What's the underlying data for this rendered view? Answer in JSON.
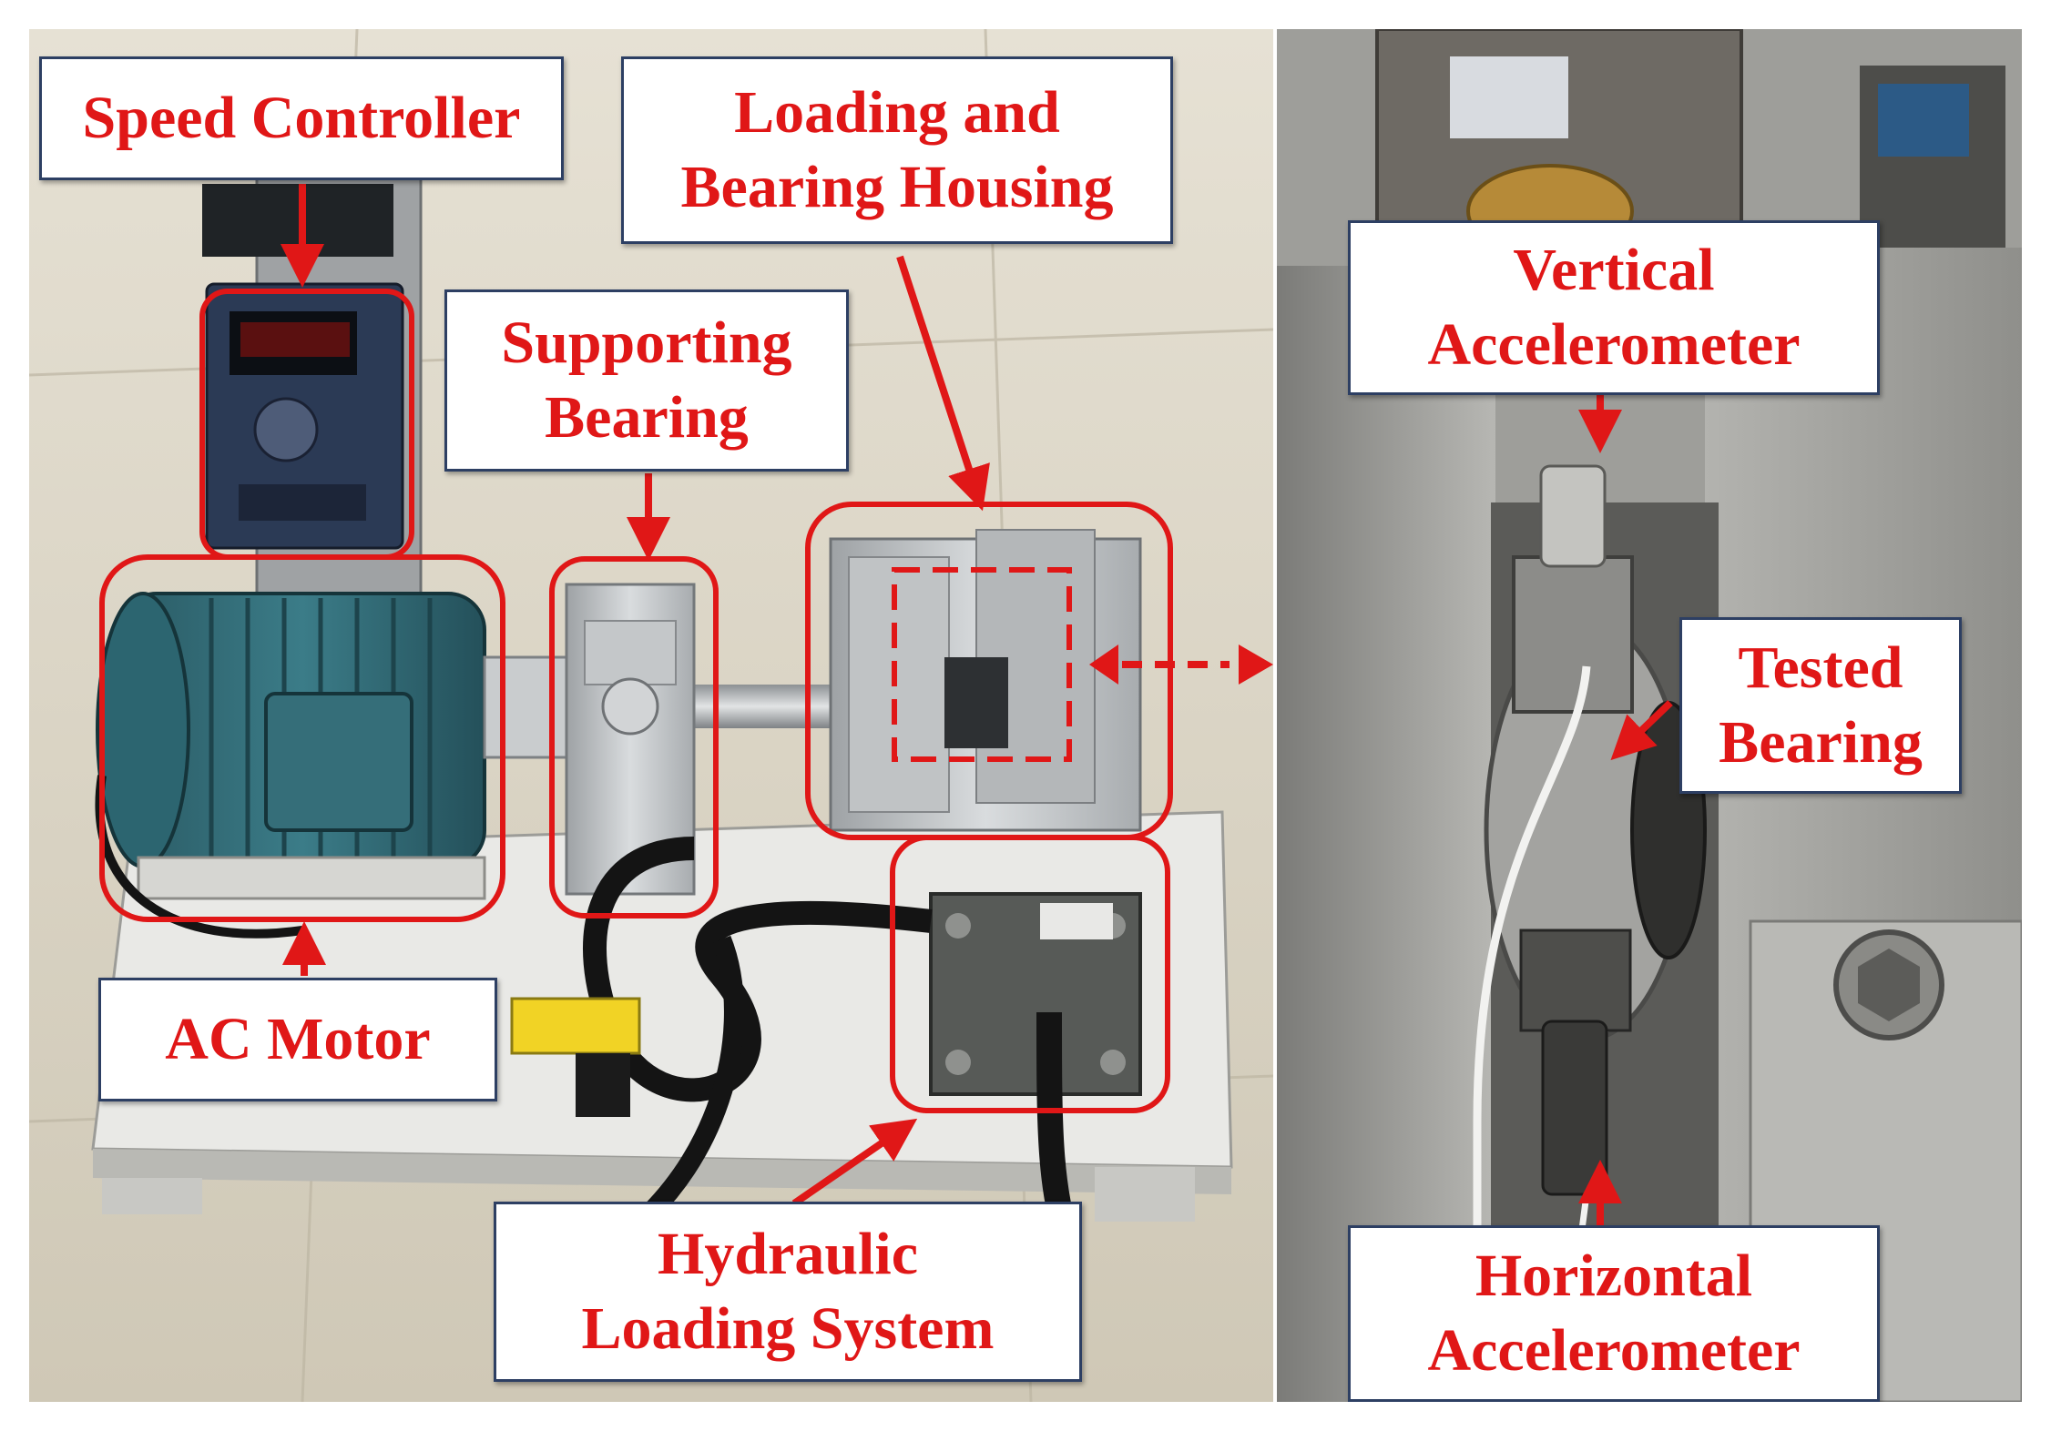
{
  "figure": {
    "colors": {
      "accent": "#e01717",
      "callout_border": "#2d3f63",
      "callout_bg": "#ffffff",
      "floor": "#d8d2c2",
      "motor": "#2f6772",
      "aluminum": "#bfc2c4",
      "steel_block": "#a3a3a1"
    },
    "left_panel": {
      "labels": {
        "speed_controller": "Speed Controller",
        "loading_housing": "Loading and\nBearing Housing",
        "supporting_bearing": "Supporting\nBearing",
        "ac_motor": "AC Motor",
        "hydraulic": "Hydraulic\nLoading System"
      }
    },
    "right_panel": {
      "labels": {
        "vertical_accel": "Vertical\nAccelerometer",
        "tested_bearing": "Tested\nBearing",
        "horizontal_accel": "Horizontal\nAccelerometer"
      }
    }
  }
}
